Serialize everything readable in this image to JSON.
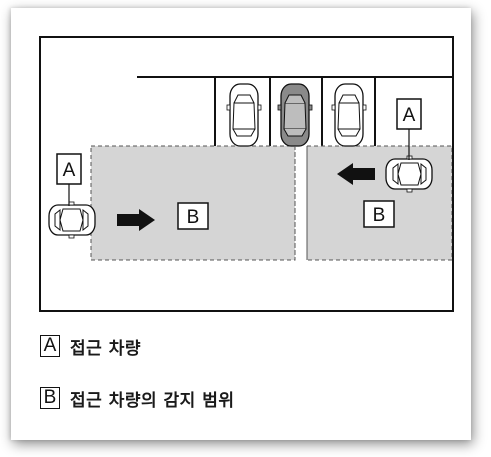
{
  "diagram": {
    "zone_labels": {
      "approach_left": "A",
      "detection_left": "B",
      "approach_right": "A",
      "detection_right": "B"
    },
    "colors": {
      "detection_area": "#d5d5d5",
      "own_car": "#888888",
      "other_car": "#ffffff",
      "outline": "#111111"
    }
  },
  "legend": [
    {
      "key": "A",
      "text": "접근 차량"
    },
    {
      "key": "B",
      "text": "접근 차량의 감지 범위"
    }
  ]
}
